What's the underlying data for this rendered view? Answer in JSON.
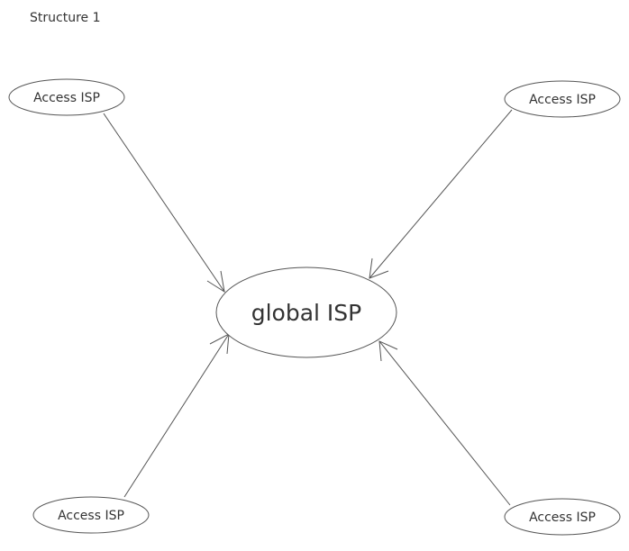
{
  "diagram": {
    "caption": "Structure 1",
    "center_node": {
      "label": "global ISP"
    },
    "outer_nodes": [
      {
        "label": "Access ISP"
      },
      {
        "label": "Access ISP"
      },
      {
        "label": "Access ISP"
      },
      {
        "label": "Access ISP"
      }
    ],
    "colors": {
      "stroke": "#555555",
      "text": "#333333",
      "background": "#ffffff"
    }
  }
}
